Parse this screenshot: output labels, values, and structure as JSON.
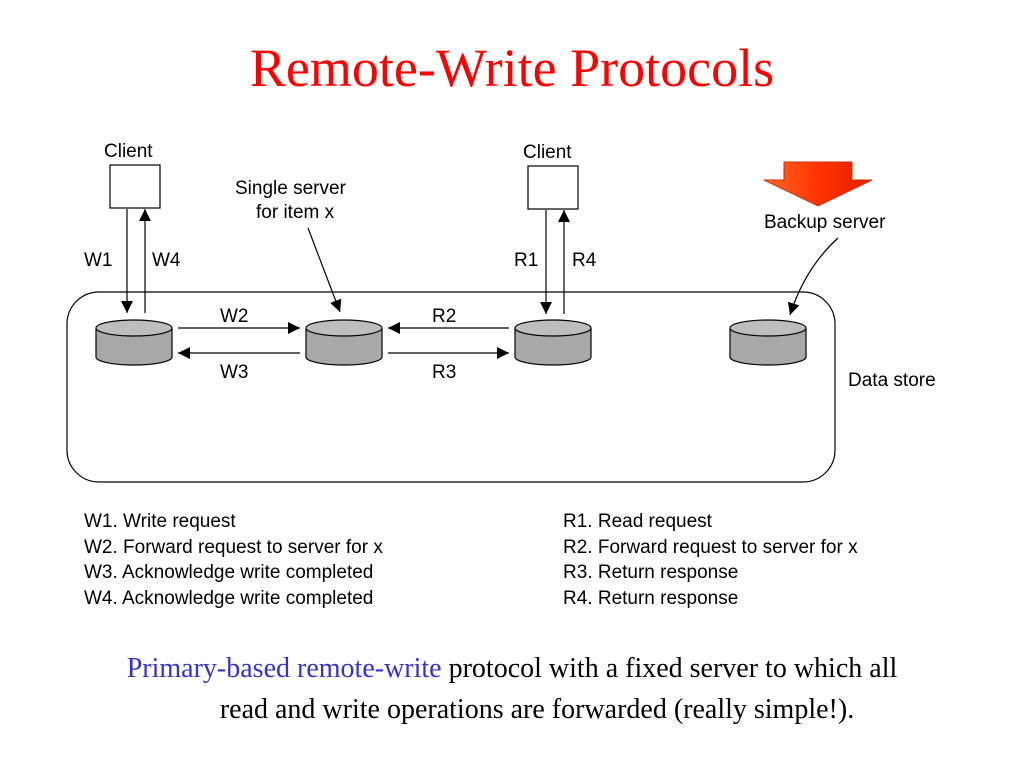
{
  "title": "Remote-Write Protocols",
  "colors": {
    "title": "#ff0000",
    "highlight": "#3333cc",
    "backup_arrow": "#ff3300",
    "disk": "#a8a8a8"
  },
  "diagram": {
    "client_left": "Client",
    "client_right": "Client",
    "single_server": [
      "Single server",
      "for item x"
    ],
    "backup_server": "Backup server",
    "data_store": "Data store",
    "arrows": {
      "w1": "W1",
      "w4": "W4",
      "w2": "W2",
      "w3": "W3",
      "r1": "R1",
      "r4": "R4",
      "r2": "R2",
      "r3": "R3"
    }
  },
  "legend": {
    "write": [
      "W1. Write request",
      "W2. Forward request to server for x",
      "W3. Acknowledge write completed",
      "W4. Acknowledge write completed"
    ],
    "read": [
      "R1. Read request",
      "R2. Forward request to server for x",
      "R3. Return response",
      "R4. Return response"
    ]
  },
  "caption": {
    "highlight": "Primary-based remote-write",
    "rest_line1": " protocol with a fixed server to which all",
    "line2": "read and write operations are forwarded (really simple!)."
  }
}
